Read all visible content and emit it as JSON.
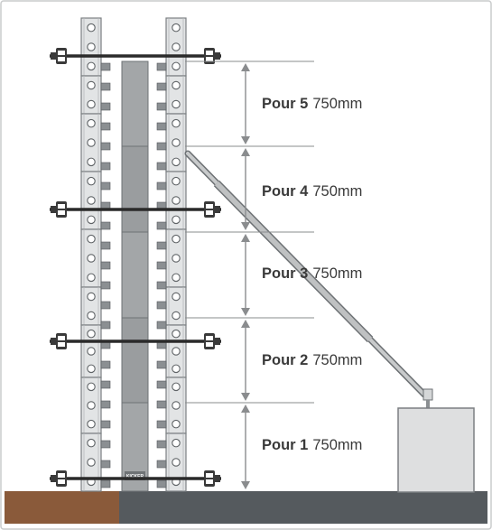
{
  "diagram": {
    "pours": [
      {
        "name": "Pour 5",
        "size": "750mm"
      },
      {
        "name": "Pour 4",
        "size": "750mm"
      },
      {
        "name": "Pour 3",
        "size": "750mm"
      },
      {
        "name": "Pour 2",
        "size": "750mm"
      },
      {
        "name": "Pour 1",
        "size": "750mm"
      }
    ],
    "kicker_label": "KICKER",
    "colors": {
      "frame": "#e2e4e5",
      "frame_stroke": "#7b7f82",
      "concrete": "#9a9d9f",
      "ground_soil": "#8a5a3a",
      "ground_slab": "#555a5e",
      "dimension": "#8a8c8e",
      "tie_bar": "#2a2a2a"
    }
  }
}
